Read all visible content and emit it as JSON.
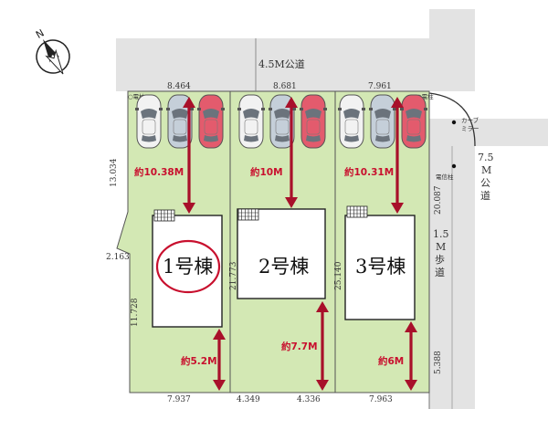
{
  "compass": {
    "label": "N",
    "icon": "north-compass-icon"
  },
  "roads": {
    "top": "4.5M公道",
    "right_label": [
      "7.5",
      "M",
      "公",
      "道"
    ],
    "sidewalk_label": [
      "1.5",
      "M",
      "歩",
      "道"
    ]
  },
  "markers": {
    "curve_mirror": [
      "カーブ",
      "ミラー"
    ],
    "telephone_pole": "電信柱",
    "lot1_marker": "○電柱",
    "lot3_marker": "○電柱"
  },
  "dimensions": {
    "top_lot1": "8.464",
    "top_lot2": "8.681",
    "top_lot3": "7.961",
    "left_upper": "13.034",
    "left_notch": "2.163",
    "left_lower": "11.728",
    "between_1_2": "21.773",
    "between_2_3": "25.140",
    "right_upper": "20.087",
    "right_lower": "5.388",
    "bottom_lot1": "7.937",
    "bottom_lot2a": "4.349",
    "bottom_lot2b": "4.336",
    "bottom_lot3": "7.963"
  },
  "distances": {
    "lot1_front": "約10.38M",
    "lot2_front": "約10M",
    "lot3_front": "約10.31M",
    "lot1_back": "約5.2M",
    "lot2_back": "約7.7M",
    "lot3_back": "約6M"
  },
  "buildings": {
    "b1": "1号棟",
    "b2": "2号棟",
    "b3": "3号棟"
  },
  "colors": {
    "lot_green": "#d3e8b4",
    "road_gray": "#e3e3e3",
    "arrow_red": "#a8102a",
    "car_white": "#f2f2f2",
    "car_gray": "#c5cfd9",
    "car_red": "#e35b6d"
  },
  "parking": [
    {
      "lot": 1,
      "cars": [
        "white",
        "gray",
        "red"
      ]
    },
    {
      "lot": 2,
      "cars": [
        "white",
        "gray",
        "red"
      ]
    },
    {
      "lot": 3,
      "cars": [
        "white",
        "gray",
        "red"
      ]
    }
  ]
}
